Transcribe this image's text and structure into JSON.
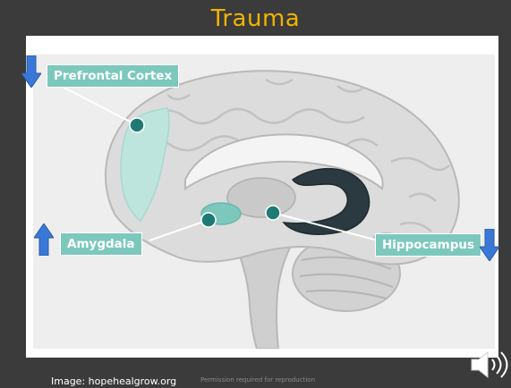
{
  "slide": {
    "title": "Trauma",
    "source_caption": "Image: hopehealgrow.org",
    "permission_note": "Permission required for reproduction"
  },
  "labels": {
    "prefrontal": "Prefrontal Cortex",
    "amygdala": "Amygdala",
    "hippocampus": "Hippocampus"
  },
  "indicators": {
    "prefrontal": "down-arrow-icon",
    "amygdala": "up-arrow-icon",
    "hippocampus": "down-arrow-icon"
  },
  "colors": {
    "title": "#f0b400",
    "label_bg": "#7cc8bd",
    "marker": "#1f7a74",
    "arrow": "#3a78d8",
    "background": "#3b3b3b"
  }
}
